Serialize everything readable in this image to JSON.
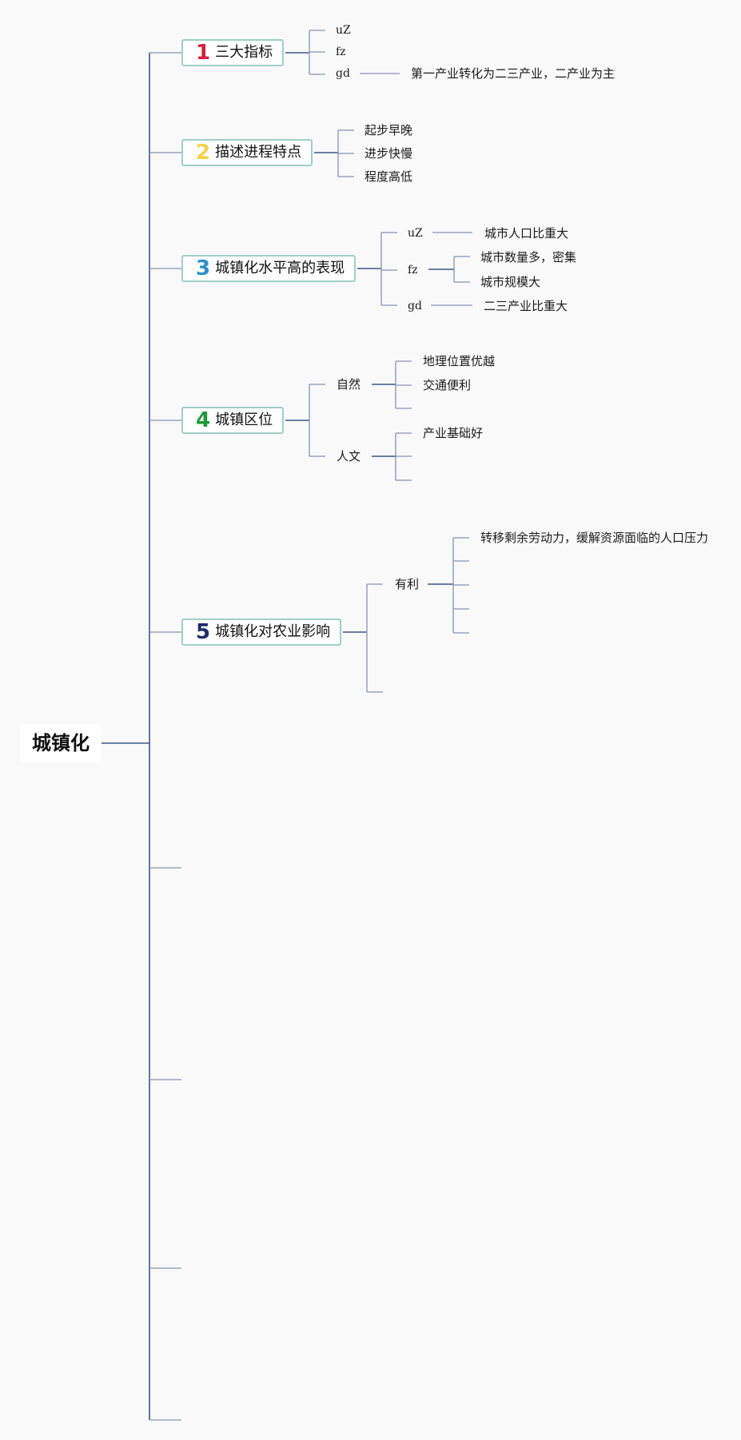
{
  "root": "城镇化",
  "topics": [
    {
      "number": "1",
      "number_color": "#d81e3a",
      "label": "三大指标",
      "children": [
        {
          "label": "uZ"
        },
        {
          "label": "fz"
        },
        {
          "label": "gd",
          "children": [
            {
              "label": "第一产业转化为二三产业，二产业为主"
            }
          ]
        }
      ]
    },
    {
      "number": "2",
      "number_color": "#f2d34a",
      "label": "描述进程特点",
      "children": [
        {
          "label": "起步早晚"
        },
        {
          "label": "进步快慢"
        },
        {
          "label": "程度高低"
        }
      ]
    },
    {
      "number": "3",
      "number_color": "#2a8fd0",
      "label": "城镇化水平高的表现",
      "children": [
        {
          "label": "uZ",
          "children": [
            {
              "label": "城市人口比重大"
            }
          ]
        },
        {
          "label": "fz",
          "children": [
            {
              "label": "城市数量多，密集"
            },
            {
              "label": "城市规模大"
            }
          ]
        },
        {
          "label": "gd",
          "children": [
            {
              "label": "二三产业比重大"
            }
          ]
        }
      ]
    },
    {
      "number": "4",
      "number_color": "#1d9a3a",
      "label": "城镇区位",
      "children": [
        {
          "label": "自然",
          "children": [
            {
              "label": "地理位置优越"
            },
            {
              "label": "交通便利"
            },
            {
              "label": ""
            }
          ]
        },
        {
          "label": "人文",
          "children": [
            {
              "label": "产业基础好"
            },
            {
              "label": ""
            },
            {
              "label": ""
            }
          ]
        }
      ]
    },
    {
      "number": "5",
      "number_color": "#1f2a6b",
      "label": "城镇化对农业影响",
      "children": [
        {
          "label": "有利",
          "children": [
            {
              "label": "转移剩余劳动力，缓解资源面临的人口压力"
            },
            {
              "label": ""
            },
            {
              "label": ""
            },
            {
              "label": ""
            },
            {
              "label": ""
            }
          ]
        },
        {
          "label": ""
        }
      ]
    },
    {
      "label": ""
    },
    {
      "label": ""
    },
    {
      "label": ""
    },
    {
      "label": ""
    }
  ],
  "colors": {
    "trunk": "#3d5586",
    "branch": "#8792b4",
    "topic_border": "#9fd0c4",
    "background": "#f9f9fa"
  }
}
